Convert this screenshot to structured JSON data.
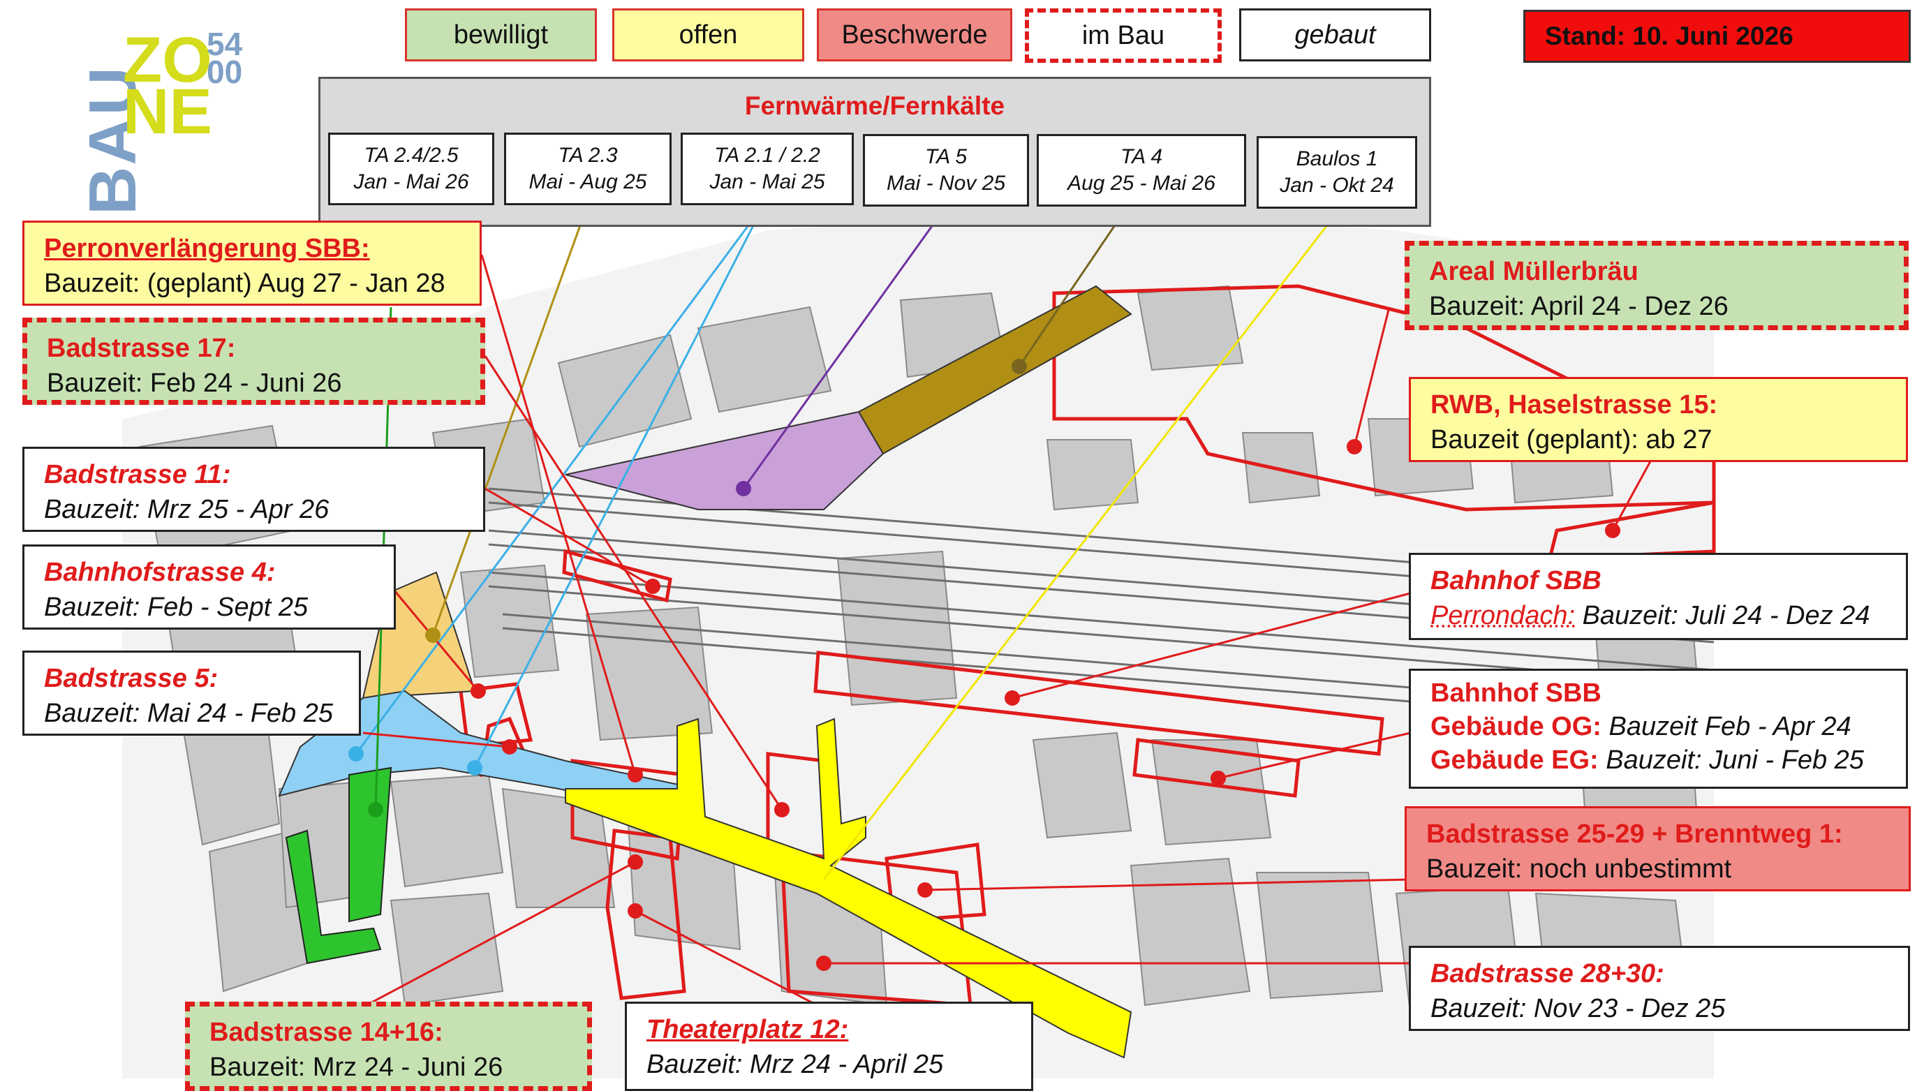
{
  "legend": {
    "bewilligt": "bewilligt",
    "offen": "offen",
    "beschwerde": "Beschwerde",
    "im_bau": "im Bau",
    "gebaut": "gebaut"
  },
  "stand": "Stand: 10. Juni 2026",
  "logo": {
    "word1": "BAU",
    "word2a": "ZO",
    "word2b": "NE",
    "num1": "54",
    "num2": "00"
  },
  "fernwaerme": {
    "title": "Fernwärme/Fernkälte",
    "sections": [
      {
        "name": "TA 2.4/2.5",
        "period": "Jan - Mai 26"
      },
      {
        "name": "TA 2.3",
        "period": "Mai - Aug 25"
      },
      {
        "name": "TA 2.1 / 2.2",
        "period": "Jan - Mai 25"
      },
      {
        "name": "TA 5",
        "period": "Mai - Nov 25"
      },
      {
        "name": "TA 4",
        "period": "Aug 25 - Mai 26"
      },
      {
        "name": "Baulos 1",
        "period": "Jan - Okt 24"
      }
    ]
  },
  "projects": {
    "perron": {
      "title": "Perronverlängerung SBB:",
      "time": "Bauzeit: (geplant) Aug 27 - Jan 28"
    },
    "bad17": {
      "title": "Badstrasse 17:",
      "time": "Bauzeit: Feb 24 - Juni 26"
    },
    "bad11": {
      "title": "Badstrasse 11:",
      "time": "Bauzeit: Mrz 25 - Apr 26"
    },
    "bahnhof4": {
      "title": "Bahnhofstrasse 4:",
      "time": "Bauzeit: Feb - Sept 25"
    },
    "bad5": {
      "title": "Badstrasse 5:",
      "time": "Bauzeit: Mai 24 - Feb 25"
    },
    "bad1416": {
      "title": "Badstrasse 14+16:",
      "time": "Bauzeit: Mrz 24 - Juni 26"
    },
    "theater": {
      "title": "Theaterplatz 12:",
      "time": "Bauzeit: Mrz 24 - April 25"
    },
    "mueller": {
      "title": "Areal Müllerbräu",
      "time": "Bauzeit: April 24 - Dez 26"
    },
    "rwb": {
      "title": "RWB, Haselstrasse 15:",
      "time": "Bauzeit (geplant): ab 27"
    },
    "sbb1": {
      "title": "Bahnhof SBB",
      "sub": "Perrondach:",
      "time": " Bauzeit: Juli 24 - Dez 24"
    },
    "sbb2": {
      "title": "Bahnhof SBB",
      "og": "Gebäude OG:",
      "og_time": " Bauzeit Feb - Apr 24",
      "eg": "Gebäude EG:",
      "eg_time": " Bauzeit: Juni - Feb 25"
    },
    "bad2529": {
      "title": "Badstrasse 25-29 + Brenntweg 1:",
      "time": "Bauzeit: noch unbestimmt"
    },
    "bad2830": {
      "title": "Badstrasse 28+30:",
      "time": "Bauzeit: Nov 23 - Dez 25"
    }
  },
  "colors": {
    "accent_red": "#e01b1b",
    "bewilligt": "#c6e2b3",
    "offen": "#fdfca0",
    "beschwerde": "#f08a86",
    "fw_yellow_zone": "#ffff00",
    "fw_green_zone": "#2ec42e",
    "fw_blue_zone": "#8fd0f5",
    "fw_purple_zone": "#c9a0d8",
    "fw_olive_zone": "#b08f14",
    "fw_orange_zone": "#f5d27a"
  }
}
